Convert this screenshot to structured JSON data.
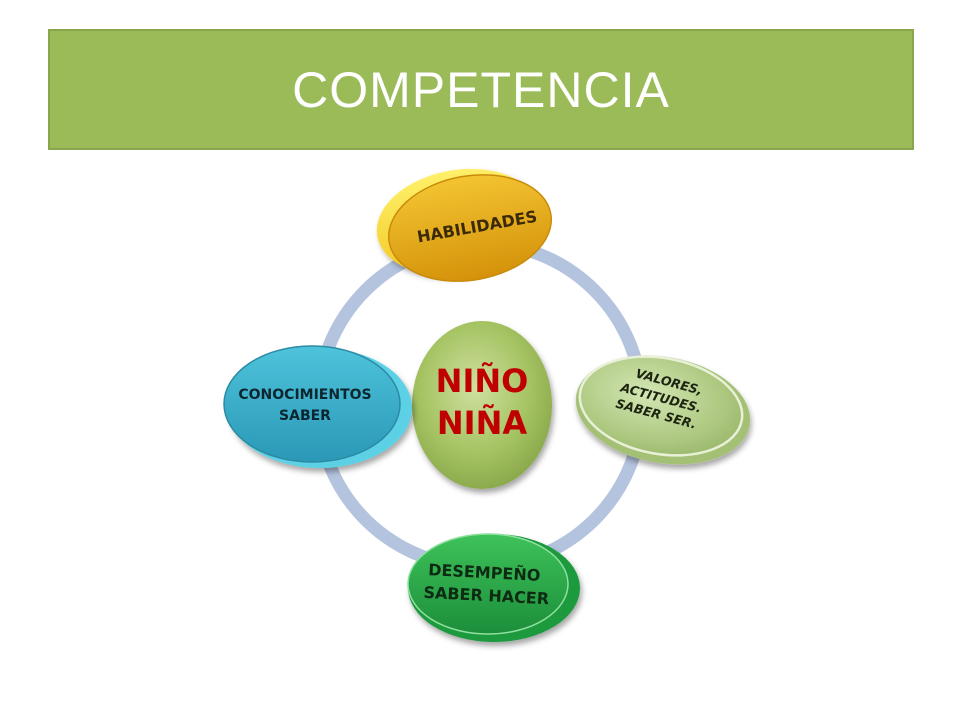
{
  "title": "COMPETENCIA",
  "center": {
    "line1": "NIÑO",
    "line2": "NIÑA"
  },
  "nodes": {
    "habilidades": {
      "label": "HABILIDADES"
    },
    "valores": {
      "line1": "VALORES,",
      "line2": "ACTITUDES.",
      "line3": "SABER SER."
    },
    "desempeno": {
      "line1": "DESEMPEÑO",
      "line2": "SABER HACER"
    },
    "conocimientos": {
      "line1": "CONOCIMIENTOS",
      "line2": "SABER"
    }
  },
  "colors": {
    "title_bg": "#9bbb59",
    "ring": "#b4c3de",
    "center": "#9bbb59",
    "habilidades": "#e0a514",
    "valores": "#b5cf8a",
    "desempeno": "#2aa84a",
    "conocimientos": "#39aec8"
  }
}
